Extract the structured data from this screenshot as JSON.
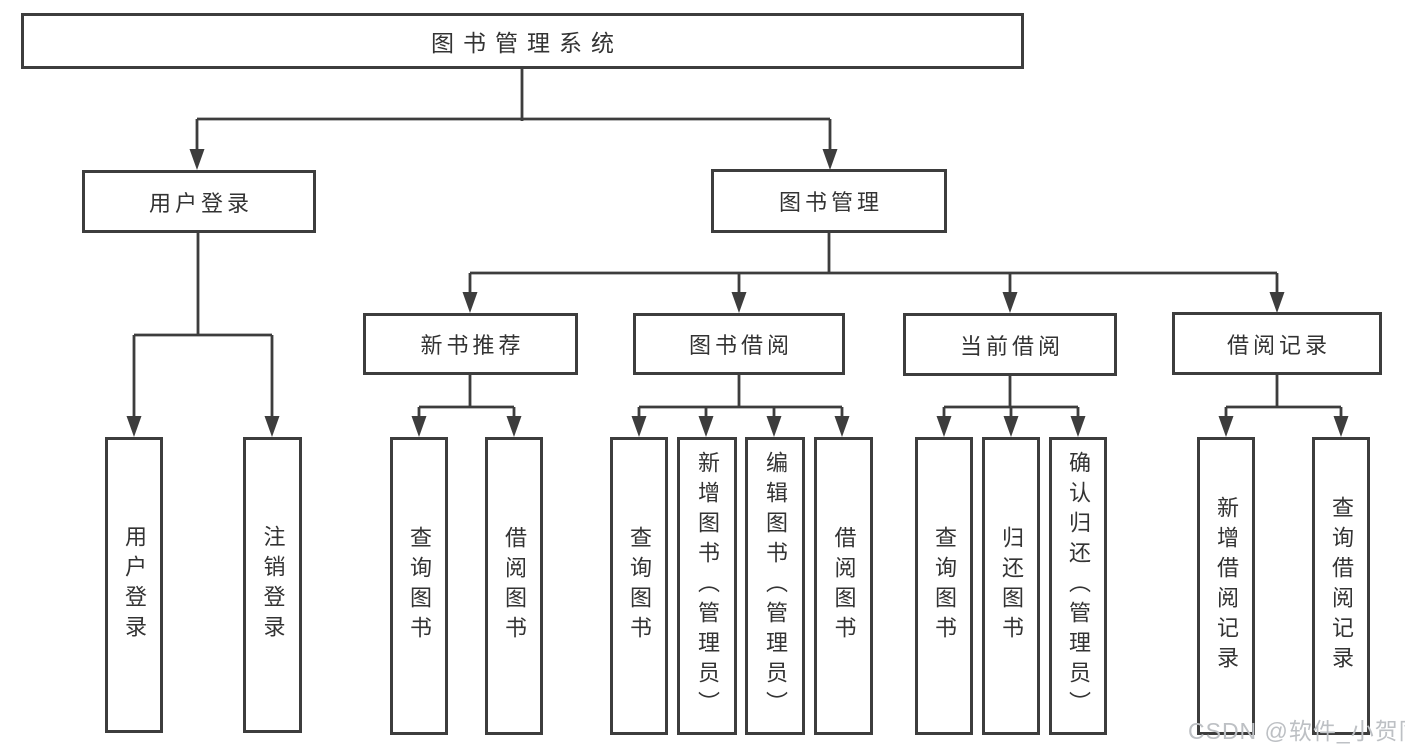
{
  "tree": {
    "label": "图书管理系统",
    "children": [
      {
        "label": "用户登录",
        "children": [
          {
            "label": "用户登录"
          },
          {
            "label": "注销登录"
          }
        ]
      },
      {
        "label": "图书管理",
        "children": [
          {
            "label": "新书推荐",
            "children": [
              {
                "label": "查询图书"
              },
              {
                "label": "借阅图书"
              }
            ]
          },
          {
            "label": "图书借阅",
            "children": [
              {
                "label": "查询图书"
              },
              {
                "label": "新增图书（管理员）"
              },
              {
                "label": "编辑图书（管理员）"
              },
              {
                "label": "借阅图书"
              }
            ]
          },
          {
            "label": "当前借阅",
            "children": [
              {
                "label": "查询图书"
              },
              {
                "label": "归还图书"
              },
              {
                "label": "确认归还（管理员）"
              }
            ]
          },
          {
            "label": "借阅记录",
            "children": [
              {
                "label": "新增借阅记录"
              },
              {
                "label": "查询借阅记录"
              }
            ]
          }
        ]
      }
    ]
  },
  "watermark": {
    "text": "CSDN @软件_小贺同学"
  },
  "colors": {
    "line": "#3d3d3d",
    "text": "#333333",
    "background": "#ffffff",
    "watermark": "#bdc0c4"
  }
}
